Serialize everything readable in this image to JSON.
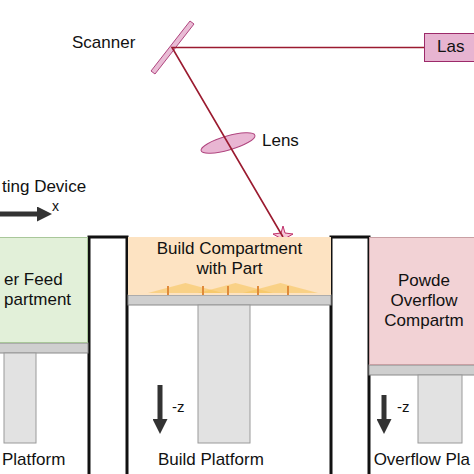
{
  "diagram": {
    "nodes": [
      {
        "text": [
          "Las"
        ]
      },
      {
        "text": [
          "er Feed partment"
        ]
      },
      {
        "text": [
          "Build Compartment with Part"
        ]
      },
      {
        "text": [
          "Powde Overflow Compartm"
        ]
      }
    ],
    "edges": [
      {
        "from": 0,
        "to": 2,
        "arrow": "none"
      }
    ],
    "labels": [
      "Scanner",
      "Lens",
      "ting Device",
      "x",
      "-z",
      "-z",
      "Platform",
      "Build Platform",
      "Overflow Pla"
    ]
  }
}
